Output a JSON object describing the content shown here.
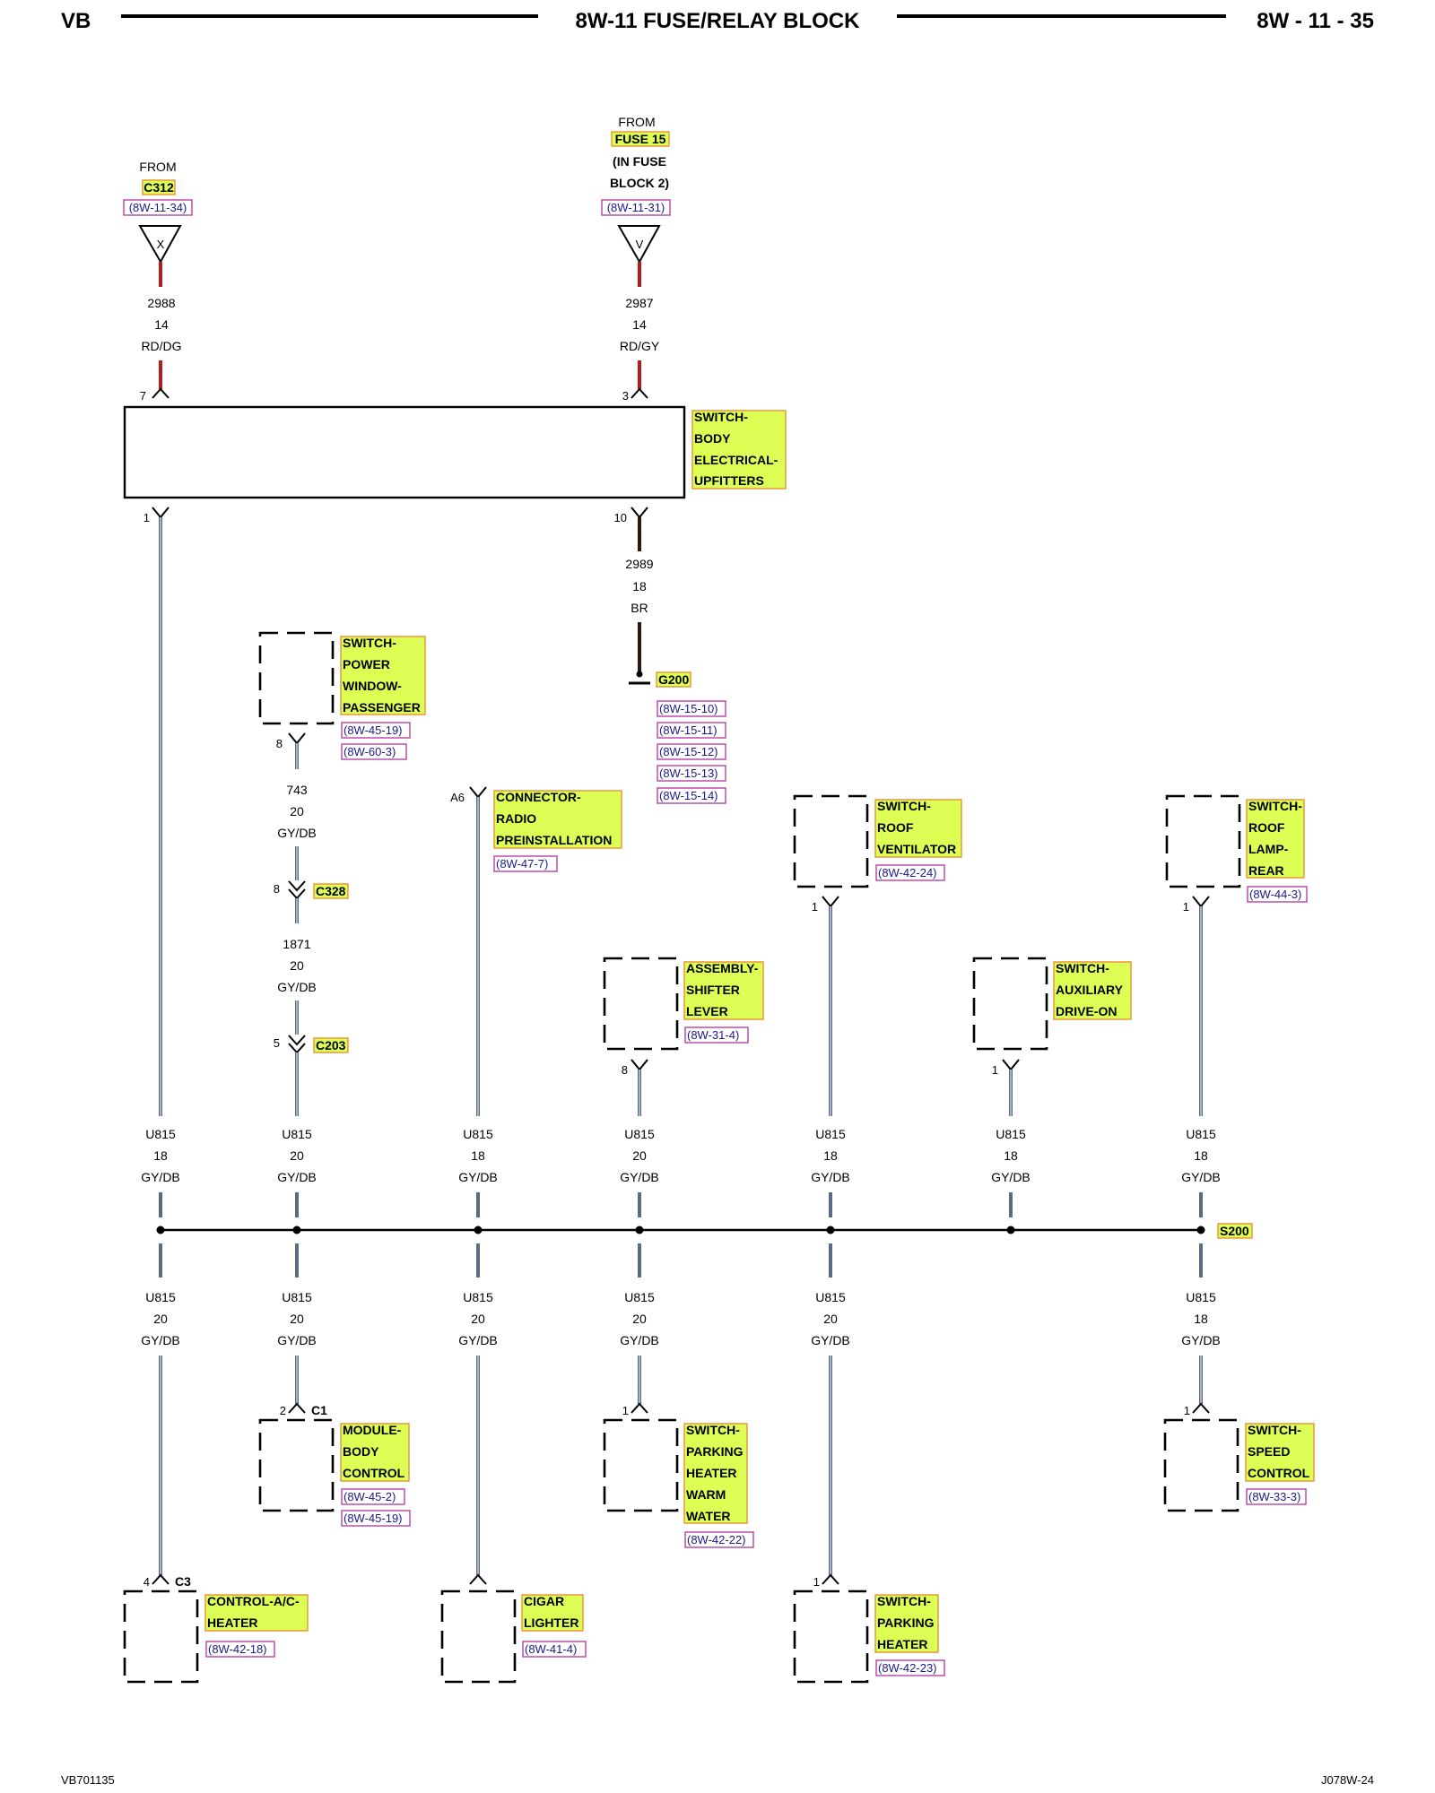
{
  "header": {
    "left": "VB",
    "title": "8W-11 FUSE/RELAY BLOCK",
    "page": "8W - 11 - 35"
  },
  "footer": {
    "left": "VB701135",
    "right": "J078W-24"
  },
  "sources": {
    "c312": {
      "from": "FROM",
      "name": "C312",
      "ref": "(8W-11-34)",
      "terminal": "X"
    },
    "fuse15": {
      "from": "FROM",
      "name": "FUSE 15",
      "line2": "(IN FUSE",
      "line3": "BLOCK 2)",
      "ref": "(8W-11-31)",
      "terminal": "V"
    }
  },
  "top_wires": {
    "left": {
      "circuit": "2988",
      "gauge": "14",
      "color": "RD/DG",
      "pin": "7"
    },
    "right": {
      "circuit": "2987",
      "gauge": "14",
      "color": "RD/GY",
      "pin": "3"
    }
  },
  "upfitter_switch": {
    "name": [
      "SWITCH-",
      "BODY",
      "ELECTRICAL-",
      "UPFITTERS"
    ],
    "pin_out_left": "1",
    "pin_out_right": "10"
  },
  "ground_wire": {
    "circuit": "2989",
    "gauge": "18",
    "color": "BR"
  },
  "ground": {
    "name": "G200",
    "refs": [
      "(8W-15-10)",
      "(8W-15-11)",
      "(8W-15-12)",
      "(8W-15-13)",
      "(8W-15-14)"
    ]
  },
  "components": {
    "power_window": {
      "name": [
        "SWITCH-",
        "POWER",
        "WINDOW-",
        "PASSENGER"
      ],
      "refs": [
        "(8W-45-19)",
        "(8W-60-3)"
      ],
      "pin": "8"
    },
    "radio": {
      "name": [
        "CONNECTOR-",
        "RADIO",
        "PREINSTALLATION"
      ],
      "refs": [
        "(8W-47-7)"
      ],
      "pin": "A6"
    },
    "roof_vent": {
      "name": [
        "SWITCH-",
        "ROOF",
        "VENTILATOR"
      ],
      "refs": [
        "(8W-42-24)"
      ],
      "pin": "1"
    },
    "roof_lamp": {
      "name": [
        "SWITCH-",
        "ROOF",
        "LAMP-",
        "REAR"
      ],
      "refs": [
        "(8W-44-3)"
      ],
      "pin": "1"
    },
    "shifter": {
      "name": [
        "ASSEMBLY-",
        "SHIFTER",
        "LEVER"
      ],
      "refs": [
        "(8W-31-4)"
      ],
      "pin": "8"
    },
    "aux_drive": {
      "name": [
        "SWITCH-",
        "AUXILIARY",
        "DRIVE-ON"
      ],
      "refs": [],
      "pin": "1"
    },
    "body_control": {
      "name": [
        "MODULE-",
        "BODY",
        "CONTROL"
      ],
      "refs": [
        "(8W-45-2)",
        "(8W-45-19)"
      ],
      "pin": "2",
      "connector": "C1"
    },
    "parking_heater_warm": {
      "name": [
        "SWITCH-",
        "PARKING",
        "HEATER",
        "WARM",
        "WATER"
      ],
      "refs": [
        "(8W-42-22)"
      ],
      "pin": "1"
    },
    "speed_control": {
      "name": [
        "SWITCH-",
        "SPEED",
        "CONTROL"
      ],
      "refs": [
        "(8W-33-3)"
      ],
      "pin": "1"
    },
    "ac_heater": {
      "name": [
        "CONTROL-A/C-",
        "HEATER"
      ],
      "refs": [
        "(8W-42-18)"
      ],
      "pin": "4",
      "connector": "C3"
    },
    "cigar": {
      "name": [
        "CIGAR",
        "LIGHTER"
      ],
      "refs": [
        "(8W-41-4)"
      ],
      "pin": ""
    },
    "parking_heater": {
      "name": [
        "SWITCH-",
        "PARKING",
        "HEATER"
      ],
      "refs": [
        "(8W-42-23)"
      ],
      "pin": "1"
    }
  },
  "pw_wires": {
    "w1": {
      "circuit": "743",
      "gauge": "20",
      "color": "GY/DB"
    },
    "c328": {
      "name": "C328",
      "pin": "8"
    },
    "w2": {
      "circuit": "1871",
      "gauge": "20",
      "color": "GY/DB"
    },
    "c203": {
      "name": "C203",
      "pin": "5"
    }
  },
  "upper_labels": [
    {
      "circuit": "U815",
      "gauge": "18",
      "color": "GY/DB"
    },
    {
      "circuit": "U815",
      "gauge": "20",
      "color": "GY/DB"
    },
    {
      "circuit": "U815",
      "gauge": "18",
      "color": "GY/DB"
    },
    {
      "circuit": "U815",
      "gauge": "20",
      "color": "GY/DB"
    },
    {
      "circuit": "U815",
      "gauge": "18",
      "color": "GY/DB"
    },
    {
      "circuit": "U815",
      "gauge": "18",
      "color": "GY/DB"
    },
    {
      "circuit": "U815",
      "gauge": "18",
      "color": "GY/DB"
    }
  ],
  "splice": {
    "name": "S200"
  },
  "lower_labels": [
    {
      "circuit": "U815",
      "gauge": "20",
      "color": "GY/DB"
    },
    {
      "circuit": "U815",
      "gauge": "20",
      "color": "GY/DB"
    },
    {
      "circuit": "U815",
      "gauge": "20",
      "color": "GY/DB"
    },
    {
      "circuit": "U815",
      "gauge": "20",
      "color": "GY/DB"
    },
    {
      "circuit": "U815",
      "gauge": "20",
      "color": "GY/DB"
    },
    {
      "circuit": "U815",
      "gauge": "18",
      "color": "GY/DB"
    }
  ],
  "colors": {
    "wire_gray": "#5a6b85",
    "wire_red": "#b51b1b",
    "wire_brown": "#2a1a10",
    "highlight": "#ddff55",
    "highlight_border": "#e8892a",
    "ref_border": "#b0349a"
  }
}
